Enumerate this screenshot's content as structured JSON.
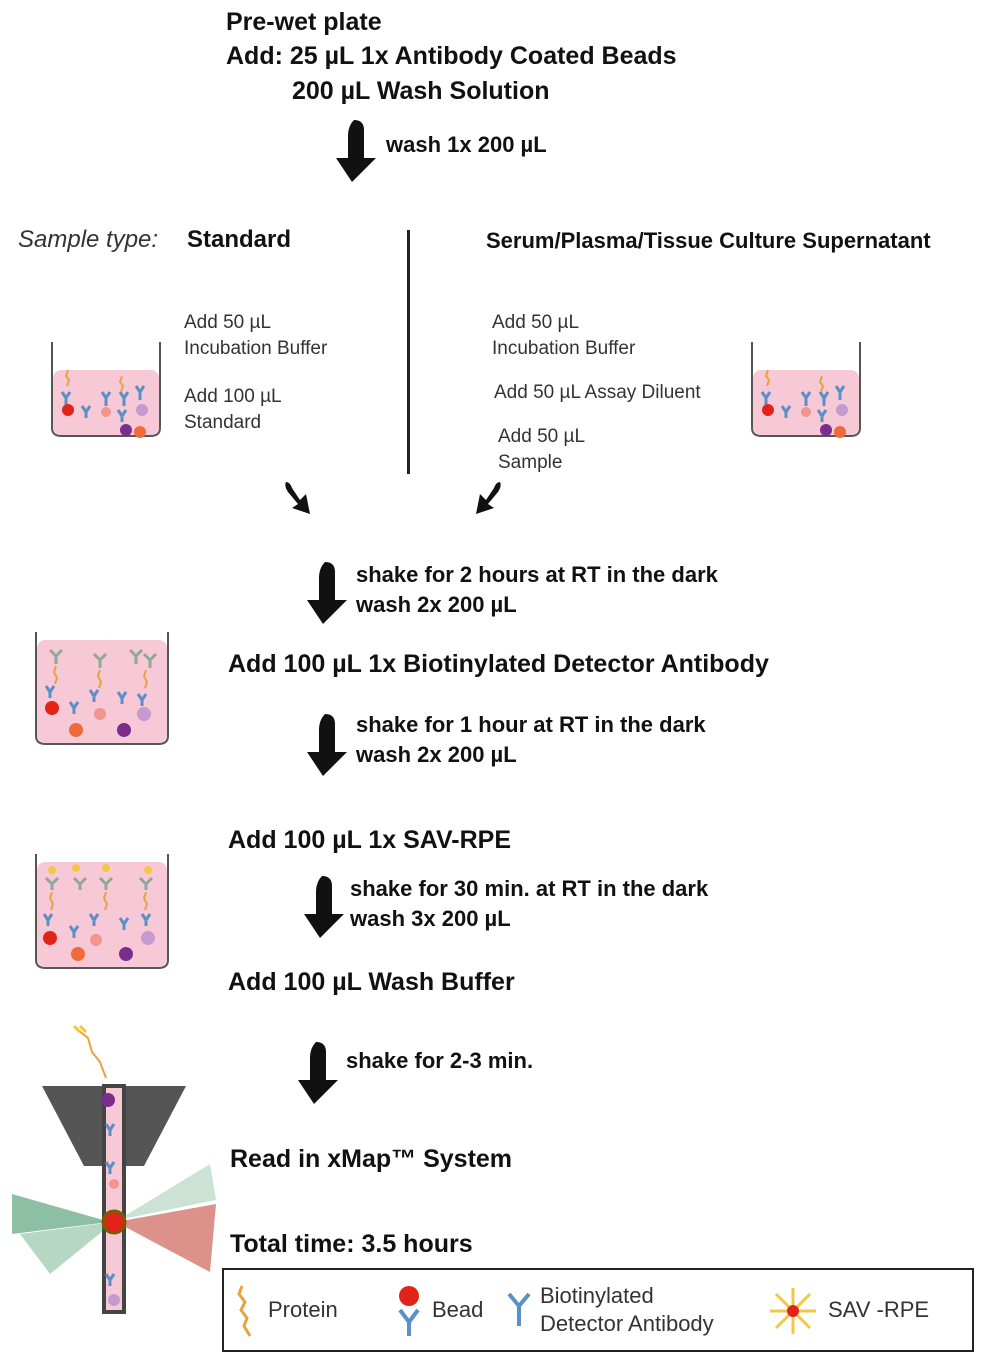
{
  "header": {
    "line1": "Pre-wet plate",
    "line2": "Add: 25 µL 1x Antibody Coated Beads",
    "line3": "200 µL Wash Solution"
  },
  "step_wash1": "wash 1x 200 µL",
  "sample_type_label": "Sample type:",
  "left_column": {
    "title": "Standard",
    "add_buffer": [
      "Add 50 µL",
      "Incubation Buffer"
    ],
    "add_standard": [
      "Add 100 µL",
      "Standard"
    ]
  },
  "right_column": {
    "title": "Serum/Plasma/Tissue Culture Supernatant",
    "add_buffer": [
      "Add 50 µL",
      "Incubation Buffer"
    ],
    "add_diluent": "Add 50 µL Assay Diluent",
    "add_sample": [
      "Add 50 µL",
      "Sample"
    ]
  },
  "step2": [
    "shake for 2 hours at RT in the dark",
    "wash 2x 200 µL"
  ],
  "add_detector": "Add 100 µL 1x Biotinylated Detector Antibody",
  "step3": [
    "shake for 1 hour at RT in the dark",
    "wash 2x 200 µL"
  ],
  "add_sav": "Add 100 µL 1x SAV-RPE",
  "step4": [
    "shake for 30 min. at RT in the dark",
    "wash 3x 200 µL"
  ],
  "add_wash_buffer": "Add 100 µL Wash Buffer",
  "step5": "shake for 2-3 min.",
  "read": "Read in xMap™ System",
  "total_time": "Total time: 3.5 hours",
  "legend": {
    "protein": "Protein",
    "bead": "Bead",
    "antibody": [
      "Biotinylated",
      "Detector Antibody"
    ],
    "sav": "SAV -RPE"
  },
  "colors": {
    "well_fill": "#f7c9d6",
    "antibody": "#5b8fc7",
    "bead_red": "#e2231a",
    "bead_purple": "#7b2d8e",
    "protein": "#e8a33d",
    "arrow": "#111111"
  }
}
